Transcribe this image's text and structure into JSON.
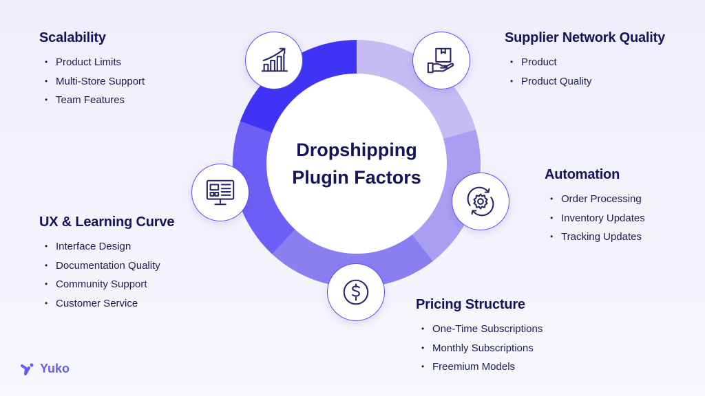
{
  "title": "Dropshipping Plugin Factors",
  "title_lines": [
    "Dropshipping",
    "Plugin Factors"
  ],
  "factors": [
    {
      "name": "Scalability",
      "items": [
        "Product Limits",
        "Multi-Store Support",
        "Team Features"
      ],
      "icon": "growth-chart-icon"
    },
    {
      "name": "Supplier Network Quality",
      "items": [
        "Product",
        "Product Quality"
      ],
      "icon": "package-hand-icon"
    },
    {
      "name": "Automation",
      "items": [
        "Order Processing",
        "Inventory Updates",
        "Tracking Updates"
      ],
      "icon": "gear-sync-icon"
    },
    {
      "name": "Pricing Structure",
      "items": [
        "One-Time Subscriptions",
        "Monthly Subscriptions",
        "Freemium Models"
      ],
      "icon": "dollar-icon"
    },
    {
      "name": "UX & Learning Curve",
      "items": [
        "Interface Design",
        "Documentation Quality",
        "Community Support",
        "Customer Service"
      ],
      "icon": "monitor-code-icon"
    }
  ],
  "ring_colors": [
    "#c4bcf3",
    "#a99ef1",
    "#8a7ef1",
    "#6d5ff5",
    "#3f34f6"
  ],
  "brand": {
    "name": "Yuko",
    "color": "#6a5cf0"
  }
}
